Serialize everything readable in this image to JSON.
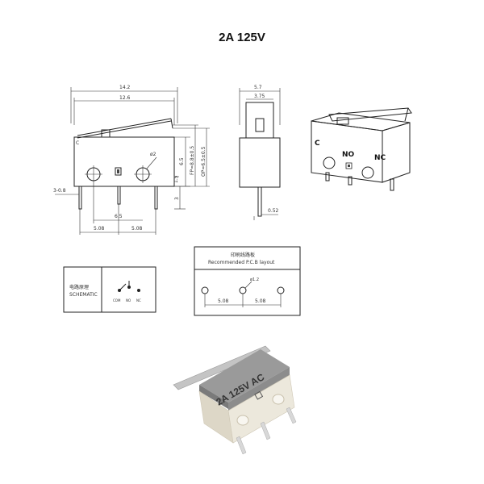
{
  "title": "2A 125V",
  "front_view": {
    "dims": {
      "overall_width": "14.2",
      "body_width": "12.6",
      "hole_dia": "ø2",
      "pin_offset": "3-0.8",
      "pin_pitch_left": "6.5",
      "pin_pitch_a": "5.08",
      "pin_pitch_b": "5.08",
      "height_a": "6.5",
      "height_b": "1.5",
      "height_c": "3",
      "free_pos": "FP≈8.8±0.5",
      "op_pos": "OP≈6.5±0.5"
    }
  },
  "side_view": {
    "dims": {
      "width_outer": "5.7",
      "width_inner": "3.75",
      "pin_thickness": "0.52"
    }
  },
  "iso_view": {
    "labels": {
      "c": "C",
      "no": "NO",
      "nc": "NC"
    }
  },
  "schematic": {
    "title_cn": "电路原理",
    "title_en": "SCHEMATIC",
    "terminals": [
      "COM",
      "NO",
      "NC"
    ]
  },
  "pcb_layout": {
    "title_cn": "印刷线路板",
    "title_en": "Recommended P.C.B layout",
    "hole": "ø1.2",
    "pitch_a": "5.08",
    "pitch_b": "5.08"
  },
  "photo": {
    "print_text": "2A 125V AC",
    "colors": {
      "body": "#e9e4d8",
      "cover": "#8c8c8c",
      "lever": "#b8b8b8"
    }
  }
}
